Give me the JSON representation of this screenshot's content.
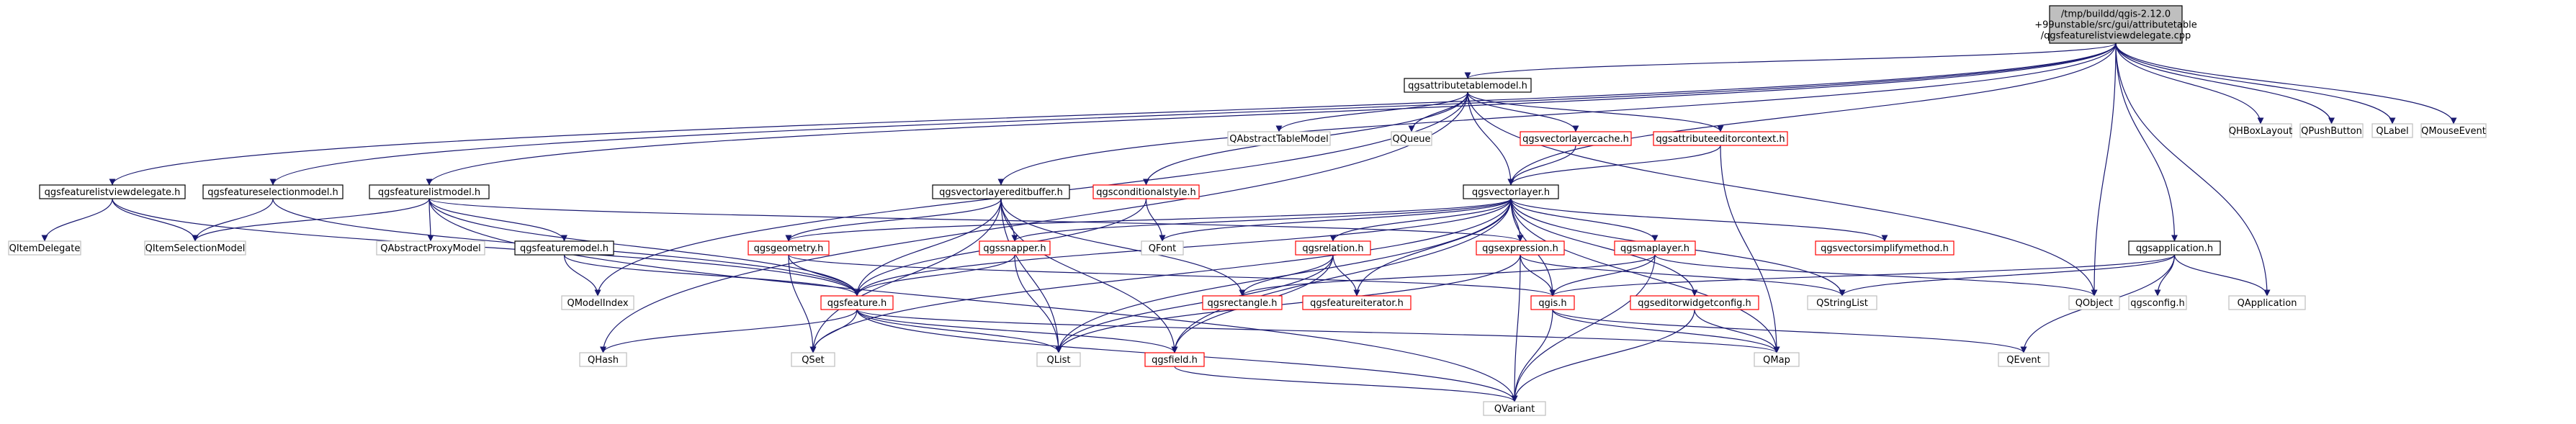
{
  "colors": {
    "edge": "#191970",
    "root_fill": "#bfbfbf",
    "root_border": "#000000",
    "documented_border": "#000000",
    "missing_border": "#bfbfbf",
    "broken_border": "#ff0000",
    "node_fill": "#ffffff"
  },
  "nodes": [
    {
      "id": "root",
      "kind": "root",
      "lines": [
        "/tmp/buildd/qgis-2.12.0",
        "+99unstable/src/gui/attributetable",
        "/qgsfeaturelistviewdelegate.cpp"
      ]
    },
    {
      "id": "qgsattributetablemodel",
      "kind": "documented",
      "lines": [
        "qgsattributetablemodel.h"
      ]
    },
    {
      "id": "qhboxlayout",
      "kind": "missing",
      "lines": [
        "QHBoxLayout"
      ]
    },
    {
      "id": "qpushbutton",
      "kind": "missing",
      "lines": [
        "QPushButton"
      ]
    },
    {
      "id": "qlabel",
      "kind": "missing",
      "lines": [
        "QLabel"
      ]
    },
    {
      "id": "qmouseevent",
      "kind": "missing",
      "lines": [
        "QMouseEvent"
      ]
    },
    {
      "id": "qgsfeaturelistviewdelegate",
      "kind": "documented",
      "lines": [
        "qgsfeaturelistviewdelegate.h"
      ]
    },
    {
      "id": "qgsfeatureselectionmodel",
      "kind": "documented",
      "lines": [
        "qgsfeatureselectionmodel.h"
      ]
    },
    {
      "id": "qgsfeaturelistmodel",
      "kind": "documented",
      "lines": [
        "qgsfeaturelistmodel.h"
      ]
    },
    {
      "id": "qgsvectorlayereditbuffer",
      "kind": "documented",
      "lines": [
        "qgsvectorlayereditbuffer.h"
      ]
    },
    {
      "id": "qabstracttablemodel",
      "kind": "missing",
      "lines": [
        "QAbstractTableModel"
      ]
    },
    {
      "id": "qqueue",
      "kind": "missing",
      "lines": [
        "QQueue"
      ]
    },
    {
      "id": "qgsvectorlayercache",
      "kind": "broken",
      "lines": [
        "qgsvectorlayercache.h"
      ]
    },
    {
      "id": "qgsattributeeditorcontext",
      "kind": "broken",
      "lines": [
        "qgsattributeeditorcontext.h"
      ]
    },
    {
      "id": "qgsconditionalstyle",
      "kind": "broken",
      "lines": [
        "qgsconditionalstyle.h"
      ]
    },
    {
      "id": "qgsvectorlayer",
      "kind": "documented",
      "lines": [
        "qgsvectorlayer.h"
      ]
    },
    {
      "id": "qgsapplication",
      "kind": "documented",
      "lines": [
        "qgsapplication.h"
      ]
    },
    {
      "id": "qitemdelegate",
      "kind": "missing",
      "lines": [
        "QItemDelegate"
      ]
    },
    {
      "id": "qitemselectionmodel",
      "kind": "missing",
      "lines": [
        "QItemSelectionModel"
      ]
    },
    {
      "id": "qabstractproxymodel",
      "kind": "missing",
      "lines": [
        "QAbstractProxyModel"
      ]
    },
    {
      "id": "qgsfeaturemodel",
      "kind": "documented",
      "lines": [
        "qgsfeaturemodel.h"
      ]
    },
    {
      "id": "qgsgeometry",
      "kind": "broken",
      "lines": [
        "qgsgeometry.h"
      ]
    },
    {
      "id": "qgssnapper",
      "kind": "broken",
      "lines": [
        "qgssnapper.h"
      ]
    },
    {
      "id": "qfont",
      "kind": "missing",
      "lines": [
        "QFont"
      ]
    },
    {
      "id": "qgsrelation",
      "kind": "broken",
      "lines": [
        "qgsrelation.h"
      ]
    },
    {
      "id": "qgsexpression",
      "kind": "broken",
      "lines": [
        "qgsexpression.h"
      ]
    },
    {
      "id": "qgsmaplayer",
      "kind": "broken",
      "lines": [
        "qgsmaplayer.h"
      ]
    },
    {
      "id": "qgsvectorsimplifymethod",
      "kind": "broken",
      "lines": [
        "qgsvectorsimplifymethod.h"
      ]
    },
    {
      "id": "qobject",
      "kind": "missing",
      "lines": [
        "QObject"
      ]
    },
    {
      "id": "qgsconfig",
      "kind": "missing",
      "lines": [
        "qgsconfig.h"
      ]
    },
    {
      "id": "qapplication",
      "kind": "missing",
      "lines": [
        "QApplication"
      ]
    },
    {
      "id": "qmodelindex",
      "kind": "missing",
      "lines": [
        "QModelIndex"
      ]
    },
    {
      "id": "qgsfeature",
      "kind": "broken",
      "lines": [
        "qgsfeature.h"
      ]
    },
    {
      "id": "qgsrectangle",
      "kind": "broken",
      "lines": [
        "qgsrectangle.h"
      ]
    },
    {
      "id": "qgsfeatureiterator",
      "kind": "broken",
      "lines": [
        "qgsfeatureiterator.h"
      ]
    },
    {
      "id": "qgis",
      "kind": "broken",
      "lines": [
        "qgis.h"
      ]
    },
    {
      "id": "qgseditorwidgetconfig",
      "kind": "broken",
      "lines": [
        "qgseditorwidgetconfig.h"
      ]
    },
    {
      "id": "qstringlist",
      "kind": "missing",
      "lines": [
        "QStringList"
      ]
    },
    {
      "id": "qhash",
      "kind": "missing",
      "lines": [
        "QHash"
      ]
    },
    {
      "id": "qset",
      "kind": "missing",
      "lines": [
        "QSet"
      ]
    },
    {
      "id": "qlist",
      "kind": "missing",
      "lines": [
        "QList"
      ]
    },
    {
      "id": "qgsfield",
      "kind": "broken",
      "lines": [
        "qgsfield.h"
      ]
    },
    {
      "id": "qmap",
      "kind": "missing",
      "lines": [
        "QMap"
      ]
    },
    {
      "id": "qevent",
      "kind": "missing",
      "lines": [
        "QEvent"
      ]
    },
    {
      "id": "qvariant",
      "kind": "missing",
      "lines": [
        "QVariant"
      ]
    }
  ],
  "edges": [
    [
      "root",
      "qgsattributetablemodel"
    ],
    [
      "root",
      "qhboxlayout"
    ],
    [
      "root",
      "qpushbutton"
    ],
    [
      "root",
      "qlabel"
    ],
    [
      "root",
      "qmouseevent"
    ],
    [
      "root",
      "qgsfeaturelistviewdelegate"
    ],
    [
      "root",
      "qgsfeatureselectionmodel"
    ],
    [
      "root",
      "qgsfeaturelistmodel"
    ],
    [
      "root",
      "qgsvectorlayereditbuffer"
    ],
    [
      "root",
      "qgsvectorlayer"
    ],
    [
      "root",
      "qgsapplication"
    ],
    [
      "root",
      "qobject"
    ],
    [
      "root",
      "qapplication"
    ],
    [
      "qgsattributetablemodel",
      "qabstracttablemodel"
    ],
    [
      "qgsattributetablemodel",
      "qqueue"
    ],
    [
      "qgsattributetablemodel",
      "qgsvectorlayercache"
    ],
    [
      "qgsattributetablemodel",
      "qgsattributeeditorcontext"
    ],
    [
      "qgsattributetablemodel",
      "qgsconditionalstyle"
    ],
    [
      "qgsattributetablemodel",
      "qgsvectorlayer"
    ],
    [
      "qgsattributetablemodel",
      "qobject"
    ],
    [
      "qgsattributetablemodel",
      "qhash"
    ],
    [
      "qgsattributetablemodel",
      "qmodelindex"
    ],
    [
      "qgsvectorlayercache",
      "qgsvectorlayer"
    ],
    [
      "qgsattributeeditorcontext",
      "qgsvectorlayer"
    ],
    [
      "qgsattributeeditorcontext",
      "qmap"
    ],
    [
      "qgsconditionalstyle",
      "qfont"
    ],
    [
      "qgsconditionalstyle",
      "qgsfeature"
    ],
    [
      "qgsfeaturelistviewdelegate",
      "qitemdelegate"
    ],
    [
      "qgsfeaturelistviewdelegate",
      "qitemselectionmodel"
    ],
    [
      "qgsfeaturelistviewdelegate",
      "qgsfeature"
    ],
    [
      "qgsfeatureselectionmodel",
      "qitemselectionmodel"
    ],
    [
      "qgsfeatureselectionmodel",
      "qgsfeature"
    ],
    [
      "qgsfeaturelistmodel",
      "qitemselectionmodel"
    ],
    [
      "qgsfeaturelistmodel",
      "qabstractproxymodel"
    ],
    [
      "qgsfeaturelistmodel",
      "qgsfeaturemodel"
    ],
    [
      "qgsfeaturelistmodel",
      "qgsfeature"
    ],
    [
      "qgsfeaturelistmodel",
      "qvariant"
    ],
    [
      "qgsfeaturelistmodel",
      "qgsexpression"
    ],
    [
      "qgsfeaturemodel",
      "qmodelindex"
    ],
    [
      "qgsfeaturemodel",
      "qgsfeature"
    ],
    [
      "qgsvectorlayereditbuffer",
      "qgsgeometry"
    ],
    [
      "qgsvectorlayereditbuffer",
      "qgssnapper"
    ],
    [
      "qgsvectorlayereditbuffer",
      "qgsfeature"
    ],
    [
      "qgsvectorlayereditbuffer",
      "qgsfield"
    ],
    [
      "qgsvectorlayereditbuffer",
      "qgsrectangle"
    ],
    [
      "qgsvectorlayereditbuffer",
      "qset"
    ],
    [
      "qgsvectorlayereditbuffer",
      "qlist"
    ],
    [
      "qgsvectorlayer",
      "qgsgeometry"
    ],
    [
      "qgsvectorlayer",
      "qgssnapper"
    ],
    [
      "qgsvectorlayer",
      "qfont"
    ],
    [
      "qgsvectorlayer",
      "qgsrelation"
    ],
    [
      "qgsvectorlayer",
      "qgsexpression"
    ],
    [
      "qgsvectorlayer",
      "qgsmaplayer"
    ],
    [
      "qgsvectorlayer",
      "qgsvectorsimplifymethod"
    ],
    [
      "qgsvectorlayer",
      "qgsfeature"
    ],
    [
      "qgsvectorlayer",
      "qgsfeatureiterator"
    ],
    [
      "qgsvectorlayer",
      "qgseditorwidgetconfig"
    ],
    [
      "qgsvectorlayer",
      "qgis"
    ],
    [
      "qgsvectorlayer",
      "qstringlist"
    ],
    [
      "qgsvectorlayer",
      "qmap"
    ],
    [
      "qgsvectorlayer",
      "qset"
    ],
    [
      "qgsvectorlayer",
      "qlist"
    ],
    [
      "qgsvectorlayer",
      "qgsfield"
    ],
    [
      "qgsgeometry",
      "qgsfeature"
    ],
    [
      "qgsgeometry",
      "qset"
    ],
    [
      "qgsgeometry",
      "qgis"
    ],
    [
      "qgssnapper",
      "qgsfeature"
    ],
    [
      "qgssnapper",
      "qlist"
    ],
    [
      "qgsrelation",
      "qgsfeatureiterator"
    ],
    [
      "qgsrelation",
      "qgsrectangle"
    ],
    [
      "qgsrelation",
      "qgsfield"
    ],
    [
      "qgsrelation",
      "qlist"
    ],
    [
      "qgsexpression",
      "qgis"
    ],
    [
      "qgsexpression",
      "qstringlist"
    ],
    [
      "qgsexpression",
      "qvariant"
    ],
    [
      "qgsexpression",
      "qlist"
    ],
    [
      "qgsmaplayer",
      "qgis"
    ],
    [
      "qgsmaplayer",
      "qobject"
    ],
    [
      "qgsmaplayer",
      "qgsrectangle"
    ],
    [
      "qgsmaplayer",
      "qvariant"
    ],
    [
      "qgseditorwidgetconfig",
      "qmap"
    ],
    [
      "qgseditorwidgetconfig",
      "qvariant"
    ],
    [
      "qgsapplication",
      "qgsconfig"
    ],
    [
      "qgsapplication",
      "qapplication"
    ],
    [
      "qgsapplication",
      "qevent"
    ],
    [
      "qgsapplication",
      "qstringlist"
    ],
    [
      "qgsapplication",
      "qgis"
    ],
    [
      "qgsfeature",
      "qhash"
    ],
    [
      "qgsfeature",
      "qset"
    ],
    [
      "qgsfeature",
      "qlist"
    ],
    [
      "qgsfeature",
      "qgsfield"
    ],
    [
      "qgsfeature",
      "qmap"
    ],
    [
      "qgsfeature",
      "qvariant"
    ],
    [
      "qgis",
      "qevent"
    ],
    [
      "qgis",
      "qvariant"
    ],
    [
      "qgis",
      "qmap"
    ],
    [
      "qgsfield",
      "qvariant"
    ]
  ]
}
